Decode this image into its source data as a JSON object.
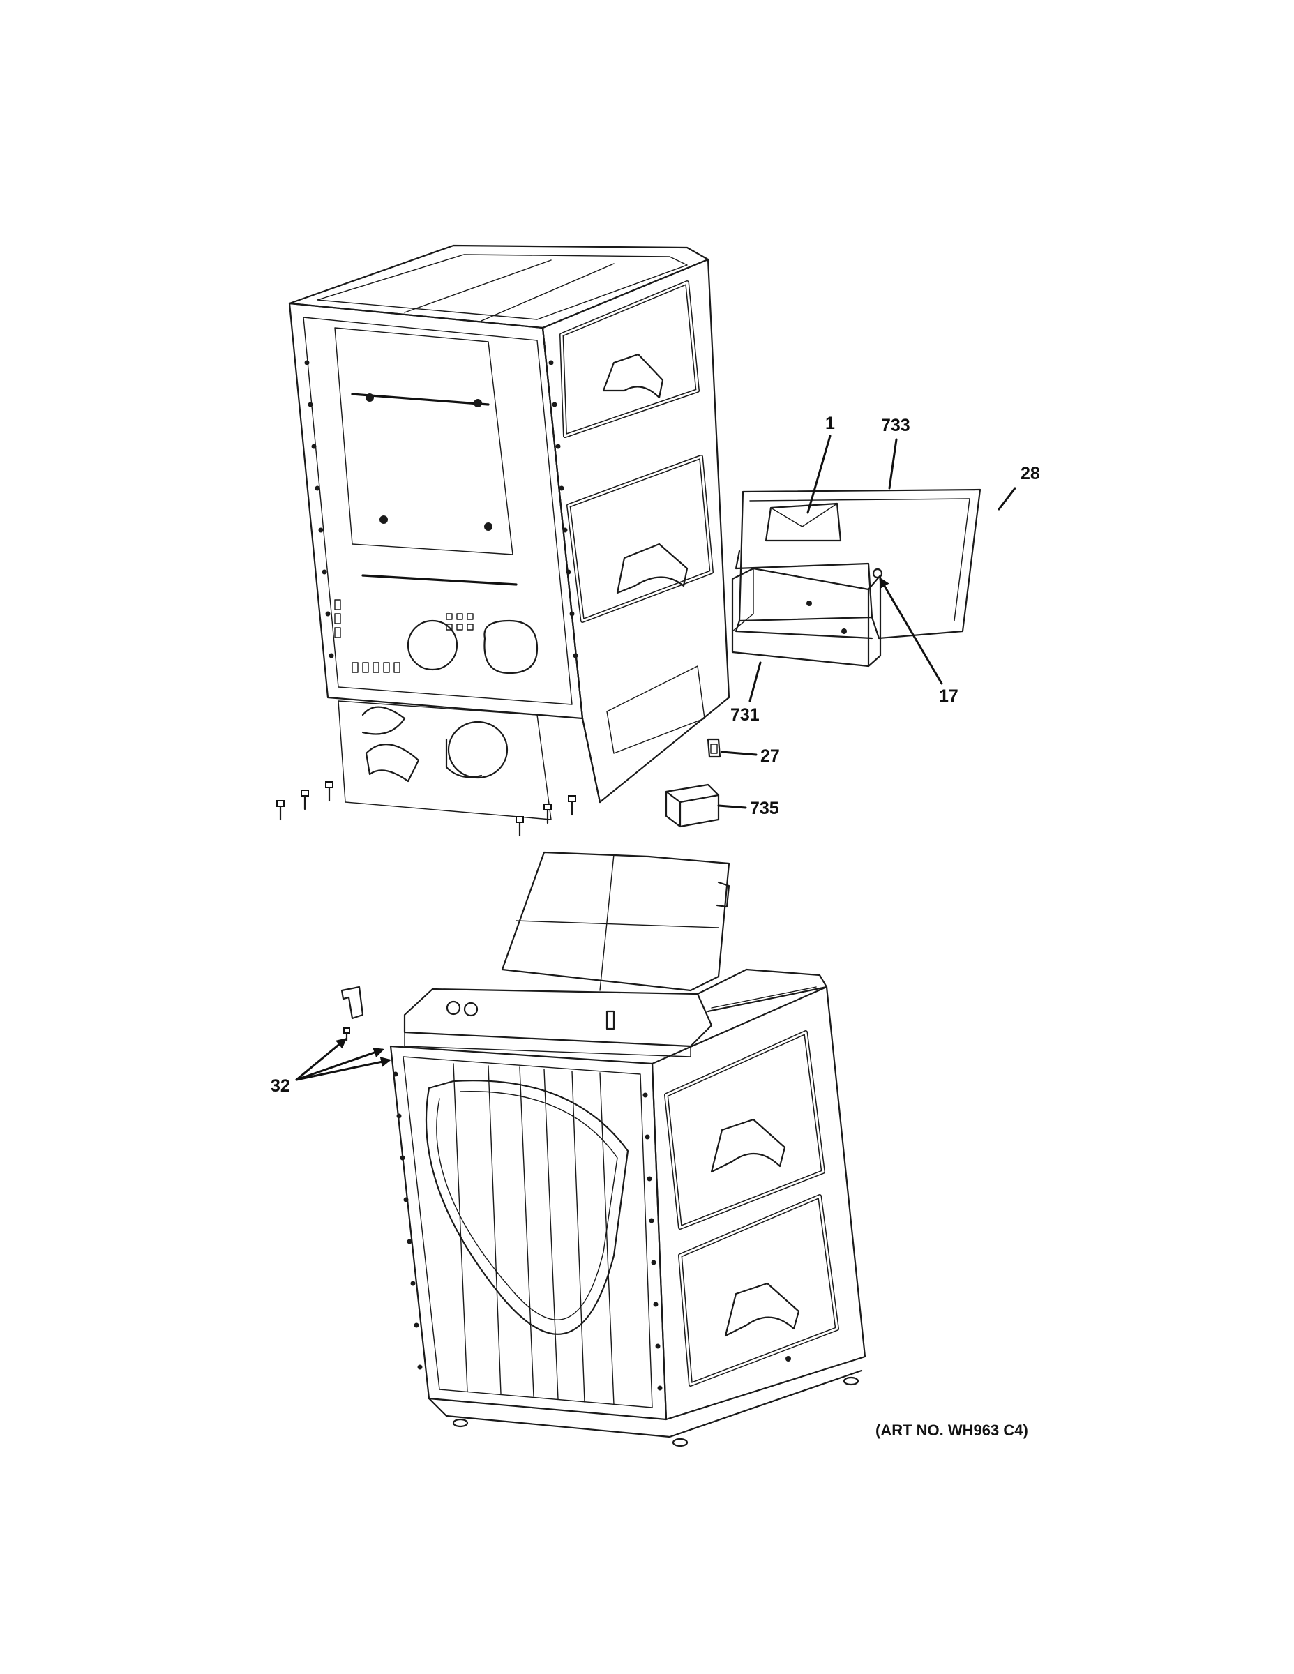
{
  "callouts": {
    "c1": "1",
    "c733": "733",
    "c28": "28",
    "c17": "17",
    "c731": "731",
    "c27": "27",
    "c735": "735",
    "c32": "32"
  },
  "art_number": "(ART NO. WH963 C4)",
  "icons": [
    "dryer-unit-icon",
    "washer-unit-icon",
    "control-panel-icon",
    "bracket-icon",
    "screw-icon",
    "vent-cap-icon",
    "clip-icon"
  ]
}
